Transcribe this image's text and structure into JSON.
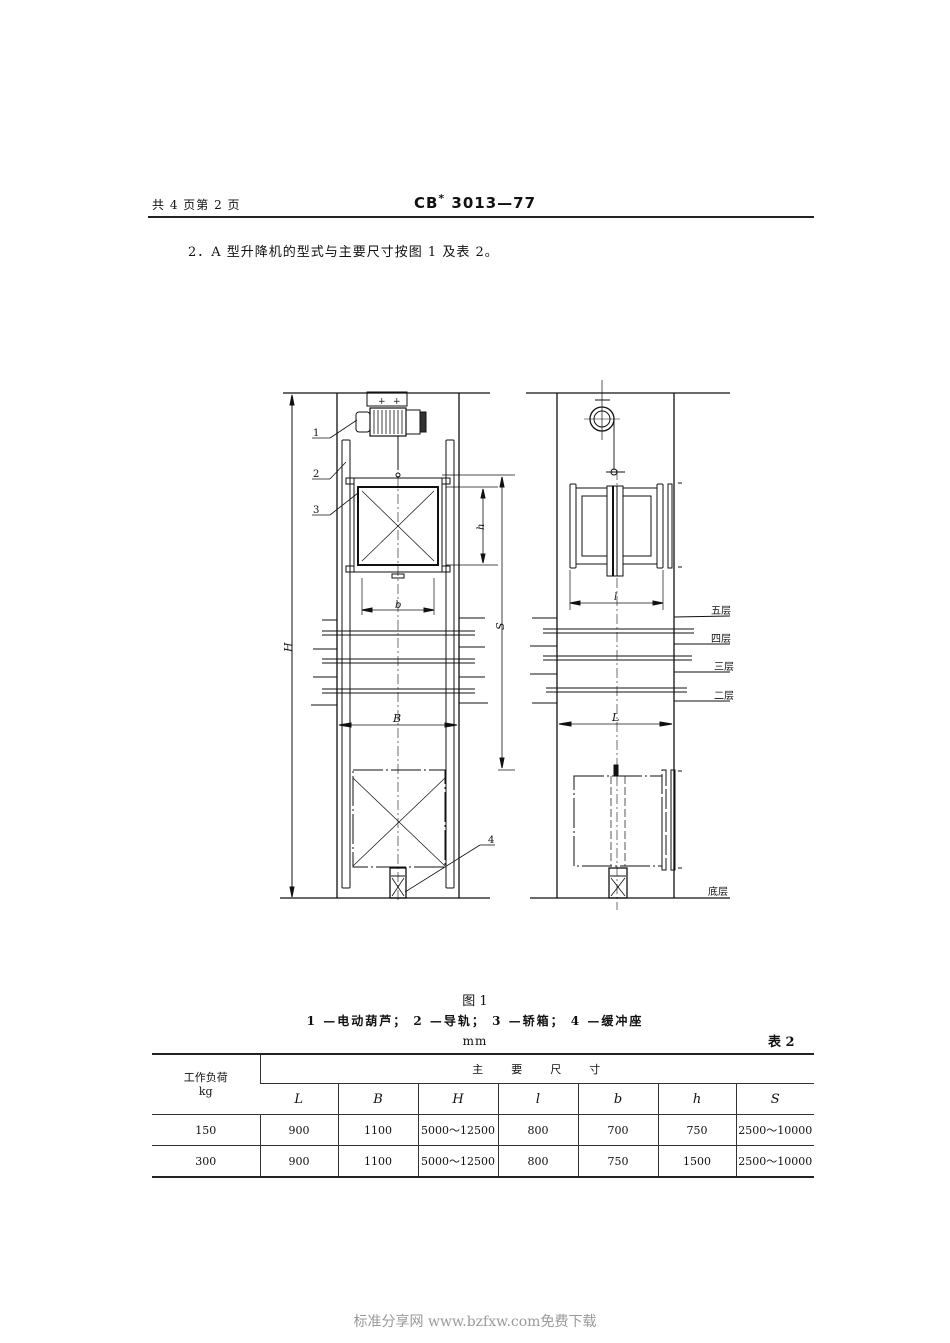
{
  "header": {
    "page_info": "共 4 页第 2 页",
    "standard_code": "CB",
    "standard_sup": "*",
    "standard_number": " 3013—77"
  },
  "paragraph": "2．A 型升降机的型式与主要尺寸按图 1 及表 2。",
  "figure": {
    "title": "图 1",
    "legend": "1 —电动葫芦； 2 —导轨； 3 —轿箱； 4 —缓冲座",
    "callouts": [
      "1",
      "2",
      "3",
      "4"
    ],
    "dimension_labels": {
      "H": "H",
      "S": "S",
      "h": "h",
      "b": "b",
      "B": "B",
      "l": "l",
      "L": "L"
    },
    "floor_labels": [
      "五层",
      "四层",
      "三层",
      "二层",
      "底层"
    ]
  },
  "table": {
    "unit": "mm",
    "label": "表 2",
    "col_header_load": "工作负荷",
    "col_header_load_unit": "kg",
    "col_header_group": "主　　要　　尺　　寸",
    "columns": [
      "L",
      "B",
      "H",
      "l",
      "b",
      "h",
      "S"
    ],
    "rows": [
      {
        "load": "150",
        "values": [
          "900",
          "1100",
          "5000～12500",
          "800",
          "700",
          "750",
          "2500～10000"
        ]
      },
      {
        "load": "300",
        "values": [
          "900",
          "1100",
          "5000～12500",
          "800",
          "750",
          "1500",
          "2500～10000"
        ]
      }
    ]
  },
  "footer": {
    "watermark": "标准分享网 www.bzfxw.com免费下载"
  }
}
